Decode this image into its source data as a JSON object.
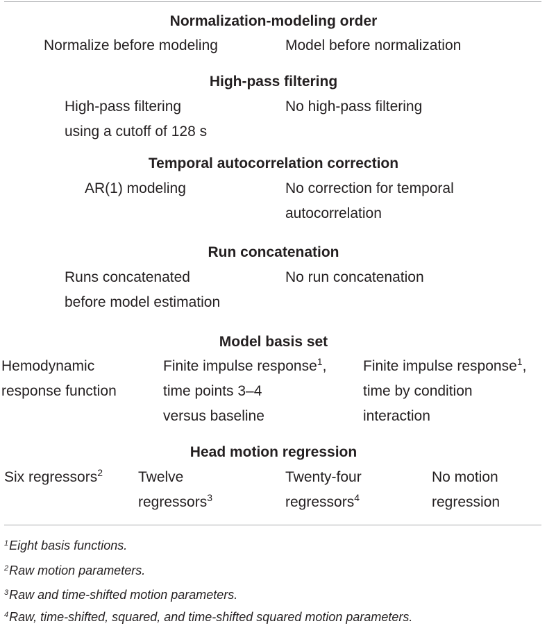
{
  "sections": [
    {
      "heading": "Normalization-modeling order",
      "options": [
        "Normalize before modeling",
        "Model before normalization"
      ]
    },
    {
      "heading": "High-pass filtering",
      "options": [
        [
          "High-pass filtering",
          "using a cutoff of 128 s"
        ],
        [
          "No high-pass filtering"
        ]
      ]
    },
    {
      "heading": "Temporal autocorrelation correction",
      "options": [
        [
          "AR(1) modeling"
        ],
        [
          "No correction for temporal",
          "autocorrelation"
        ]
      ]
    },
    {
      "heading": "Run concatenation",
      "options": [
        [
          "Runs concatenated",
          "before model estimation"
        ],
        [
          "No run concatenation"
        ]
      ]
    },
    {
      "heading": "Model basis set",
      "options": [
        [
          "Hemodynamic",
          "response function"
        ],
        [
          "Finite impulse response",
          "time points 3–4",
          "versus baseline"
        ],
        [
          "Finite impulse response",
          "time by condition",
          "interaction"
        ]
      ],
      "option_marks": [
        "",
        "1",
        "1"
      ]
    },
    {
      "heading": "Head motion regression",
      "options": [
        [
          "Six regressors"
        ],
        [
          "Twelve",
          "regressors"
        ],
        [
          "Twenty-four",
          "regressors"
        ],
        [
          "No motion",
          "regression"
        ]
      ],
      "option_marks": [
        "2",
        "3",
        "4",
        ""
      ]
    }
  ],
  "footnotes": [
    {
      "mark": "1",
      "text": "Eight basis functions."
    },
    {
      "mark": "2",
      "text": "Raw motion parameters."
    },
    {
      "mark": "3",
      "text": "Raw and time-shifted motion parameters."
    },
    {
      "mark": "4",
      "text": "Raw, time-shifted, squared, and time-shifted squared motion parameters."
    }
  ],
  "colors": {
    "text": "#231f20",
    "rule": "#a7a9ac"
  }
}
